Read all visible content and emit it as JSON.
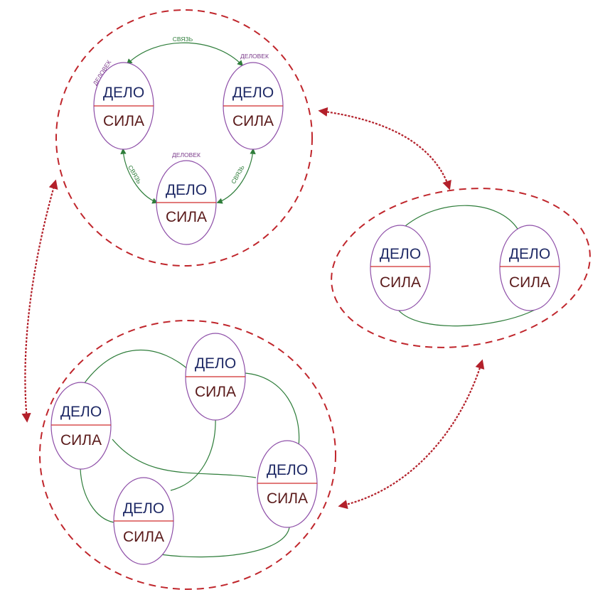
{
  "colors": {
    "cluster_border": "#c0262c",
    "arrow": "#b3202a",
    "ellipse": "#8e4fa8",
    "divider": "#d12c2c",
    "link": "#2e7d3a",
    "delo_text": "#1f2a66",
    "sila_text": "#5a1a1a",
    "small_label": "#7a3a8a"
  },
  "node": {
    "top": "ДЕЛО",
    "bottom": "СИЛА"
  },
  "labels": {
    "person": "ДЕЛОВЕК",
    "link": "СВЯЗЬ"
  },
  "clusters": [
    {
      "name": "cluster-three",
      "node_count": 3
    },
    {
      "name": "cluster-two",
      "node_count": 2
    },
    {
      "name": "cluster-four",
      "node_count": 4
    }
  ]
}
